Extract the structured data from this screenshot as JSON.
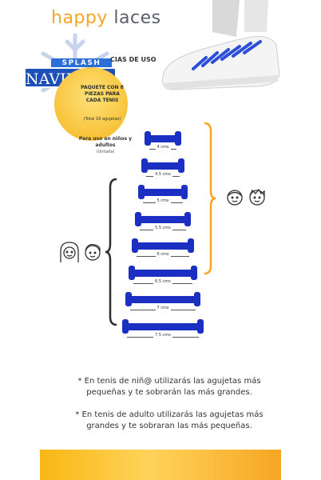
{
  "brand": {
    "part1": "happy",
    "part2": "laces"
  },
  "badge": {
    "top": "SPLASH",
    "main": "NAVIDEÑO"
  },
  "heading_fragment": "CIAS DE USO",
  "pack": {
    "text": "PAQUETE CON 8 PIEZAS PARA CADA TENIS",
    "sub": "(Total 16 agujetas)"
  },
  "usage": {
    "text": "Para uso en niños y adultos",
    "sub": "(Unitalla)"
  },
  "laces": [
    {
      "label": "4 cms"
    },
    {
      "label": "4.5 cms"
    },
    {
      "label": "5 cms"
    },
    {
      "label": "5.5 cms"
    },
    {
      "label": "6 cms"
    },
    {
      "label": "6.5 cms"
    },
    {
      "label": "7 cms"
    },
    {
      "label": "7.5 cms"
    }
  ],
  "footnotes": {
    "kids": "* En tenis de niñ@ utilizarás las agujetas más pequeñas y te sobrarán las más grandes.",
    "adults": "* En tenis de adulto utilizarás las agujetas más grandes y te sobraran las más pequeñas."
  },
  "colors": {
    "lace": "#1b2fc2",
    "orange": "#f6a623",
    "dark": "#2d2d2d"
  }
}
